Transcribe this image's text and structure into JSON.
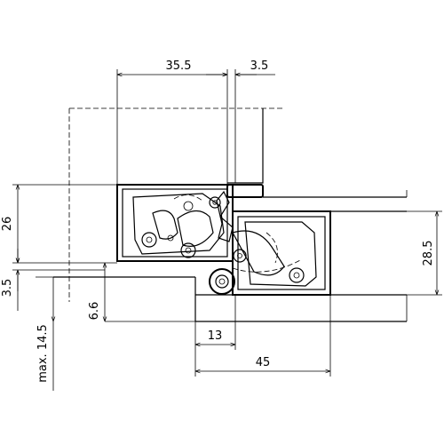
{
  "drawing": {
    "subject": "concealed-hinge-cross-section",
    "line_color": "#000000",
    "background": "#ffffff"
  },
  "dimensions": {
    "d_35_5": "35.5",
    "d_3_5_top": "3.5",
    "d_26": "26",
    "d_28_5": "28.5",
    "d_3_5_left": "3.5",
    "d_6_6": "6.6",
    "d_max_14_5": "max. 14.5",
    "d_13": "13",
    "d_45": "45"
  }
}
